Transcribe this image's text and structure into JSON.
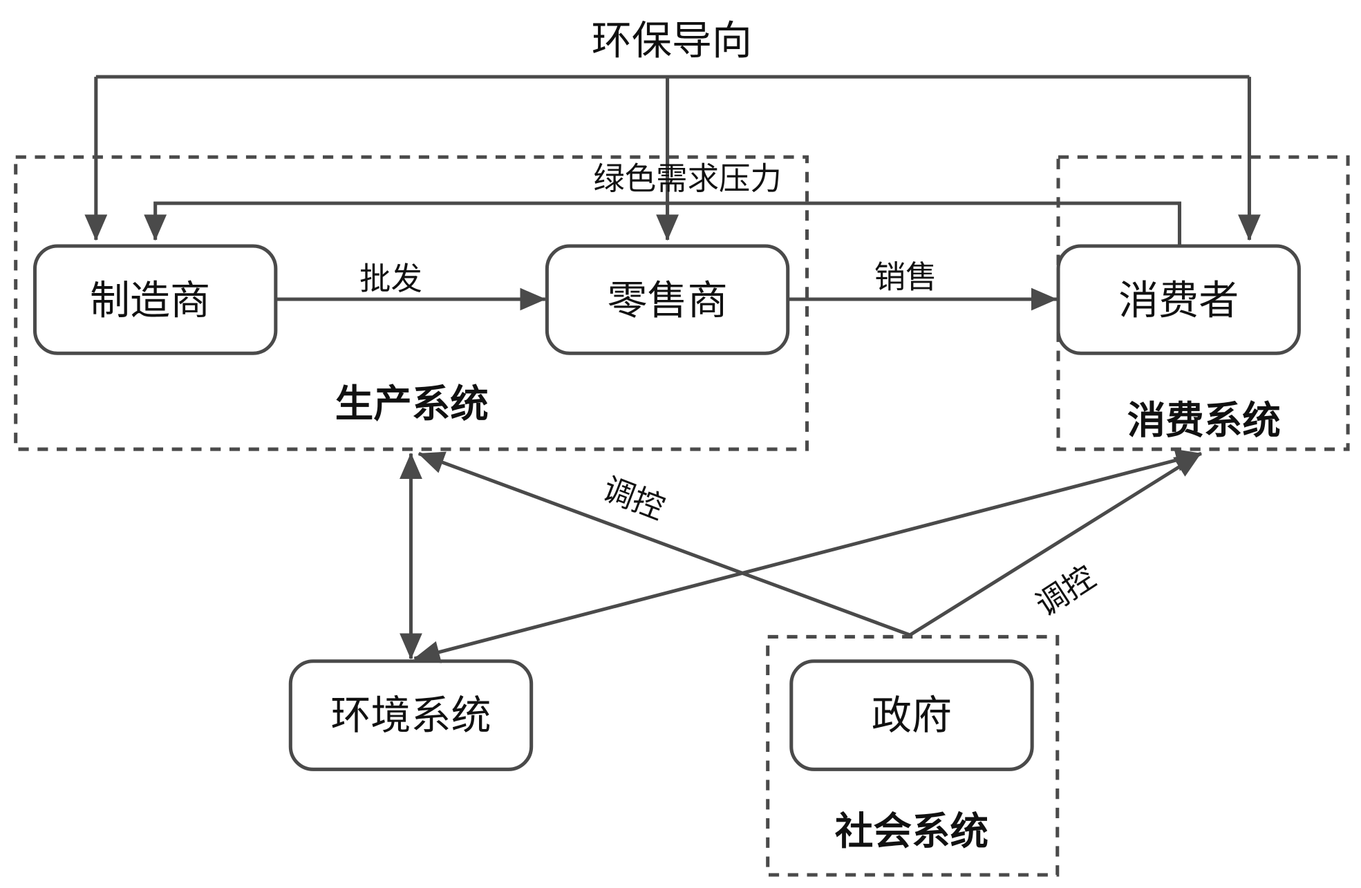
{
  "title": "环保导向",
  "groups": {
    "production": "生产系统",
    "consumption": "消费系统",
    "social": "社会系统"
  },
  "nodes": {
    "manufacturer": "制造商",
    "retailer": "零售商",
    "consumer": "消费者",
    "environment": "环境系统",
    "government": "政府"
  },
  "edge_labels": {
    "green_demand": "绿色需求压力",
    "wholesale": "批发",
    "sales": "销售",
    "regulate_production": "调控",
    "regulate_consumption": "调控"
  },
  "edges": [
    {
      "from": "环保导向",
      "to": "制造商"
    },
    {
      "from": "环保导向",
      "to": "零售商"
    },
    {
      "from": "环保导向",
      "to": "消费者"
    },
    {
      "from": "消费者",
      "to": "制造商",
      "label": "绿色需求压力"
    },
    {
      "from": "制造商",
      "to": "零售商",
      "label": "批发"
    },
    {
      "from": "零售商",
      "to": "消费者",
      "label": "销售"
    },
    {
      "from": "生产系统",
      "to": "环境系统",
      "bidirectional": true
    },
    {
      "from": "消费系统",
      "to": "环境系统",
      "bidirectional": true
    },
    {
      "from": "政府",
      "to": "生产系统",
      "label": "调控"
    },
    {
      "from": "政府",
      "to": "消费系统",
      "label": "调控"
    }
  ],
  "colors": {
    "stroke": "#4a4a4a",
    "text": "#111111",
    "background": "#ffffff"
  }
}
